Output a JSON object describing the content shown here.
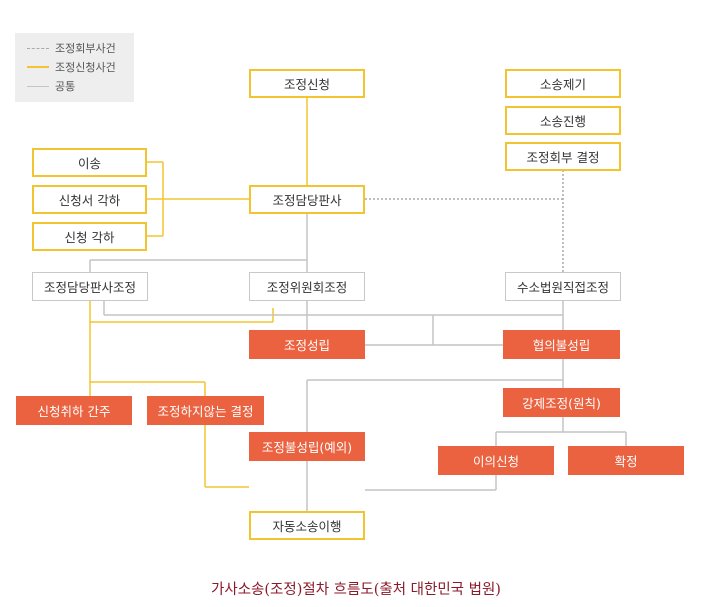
{
  "legend": {
    "items": [
      {
        "label": "조정회부사건",
        "style": "dotted",
        "color": "#aaaaaa"
      },
      {
        "label": "조정신청사건",
        "style": "solid",
        "color": "#f2c530"
      },
      {
        "label": "공통",
        "style": "solid",
        "color": "#c4c4c4"
      }
    ]
  },
  "colors": {
    "yellow": "#f2c530",
    "gray": "#c4c4c4",
    "orange": "#ea6240",
    "caption": "#8b1a2a"
  },
  "nodes": {
    "mediation_application": "조정신청",
    "transfer": "이송",
    "application_rejection": "신청서 각하",
    "request_dismissal": "신청 각하",
    "mediation_judge": "조정담당판사",
    "lawsuit_filed": "소송제기",
    "lawsuit_progress": "소송진행",
    "referral_decision": "조정회부 결정",
    "judge_mediation": "조정담당판사조정",
    "committee_mediation": "조정위원회조정",
    "court_direct_mediation": "수소법원직접조정",
    "mediation_success": "조정성립",
    "agreement_failure": "협의불성립",
    "deemed_withdrawal": "신청취하 간주",
    "no_mediation_decision": "조정하지않는 결정",
    "compulsory_mediation": "강제조정(원칙)",
    "mediation_failure_exception": "조정불성립(예외)",
    "objection": "이의신청",
    "confirmation": "확정",
    "auto_lawsuit": "자동소송이행"
  },
  "caption": "가사소송(조정)절차 흐름도(출처 대한민국 법원)"
}
